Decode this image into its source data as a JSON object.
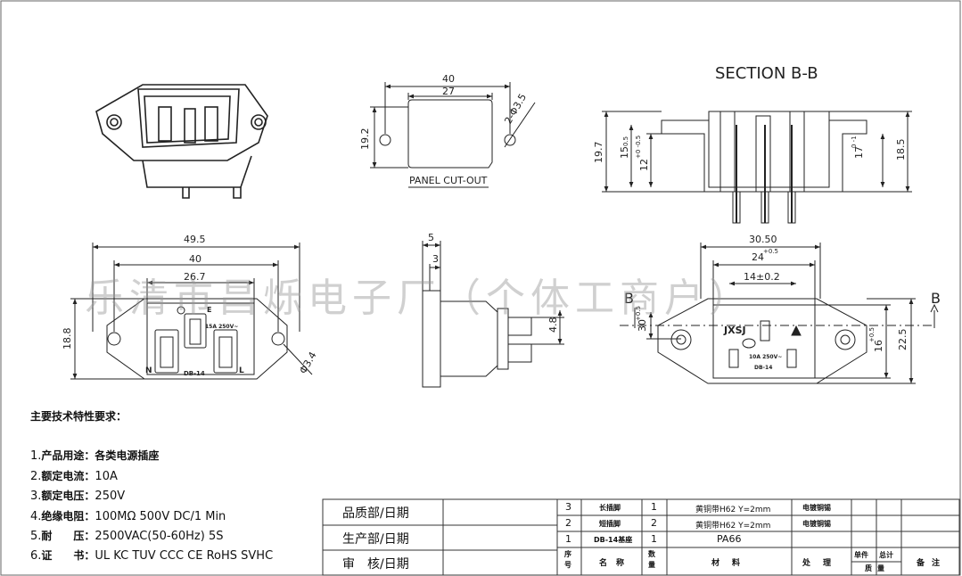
{
  "views": {
    "section_title": "SECTION B-B",
    "panel_cutout_label": "PANEL CUT-OUT"
  },
  "dims": {
    "cutout_w_outer": "40",
    "cutout_w_inner": "27",
    "cutout_h": "19.2",
    "cutout_hole": "2-Φ3.5",
    "sec_h1": "19.7",
    "sec_h2": "15",
    "sec_h2_tol": "0.5",
    "sec_h3": "12",
    "sec_h3_tol": "+0 -0.5",
    "sec_h4": "17",
    "sec_h4_tol": "0 -1",
    "sec_h5": "18.5",
    "front_w1": "49.5",
    "front_w2": "40",
    "front_w3": "26.7",
    "front_h": "18.8",
    "front_hole": "Φ3.4",
    "side_w1": "5",
    "side_w2": "3",
    "side_h": "4.8",
    "back_w1": "30.50",
    "back_w2": "24",
    "back_w2_tol": "+0.5",
    "back_w3": "14±0.2",
    "back_h1": "30",
    "back_h1_tol": "+0.5",
    "back_h2": "16",
    "back_h2_tol": "+0.5",
    "back_h3": "22.5",
    "b_mark": "B"
  },
  "product": {
    "brand": "JXSJ",
    "rating": "10A 250V~",
    "rating_front": "15A 250V~",
    "model": "DB-14",
    "pin_n": "N",
    "pin_l": "L",
    "pin_e": "E"
  },
  "watermark": "乐清市昌烁电子厂（个体工商户）",
  "specs": {
    "heading": "主要技术特性要求：",
    "items": [
      {
        "num": "1.",
        "label": "产品用途：",
        "value": "各类电源插座"
      },
      {
        "num": "2.",
        "label": "额定电流：",
        "value": "10A"
      },
      {
        "num": "3.",
        "label": "额定电压：",
        "value": "250V"
      },
      {
        "num": "4.",
        "label": "绝缘电阻：",
        "value": "100MΩ 500V DC/1 Min"
      },
      {
        "num": "5.",
        "label": "耐　　压：",
        "value": "2500VAC(50-60Hz) 5S"
      },
      {
        "num": "6.",
        "label": "证　　书：",
        "value": "UL KC TUV CCC CE RoHS SVHC"
      }
    ]
  },
  "approvals": {
    "quality": "品质部/日期",
    "production": "生产部/日期",
    "review": "审　核/日期"
  },
  "bom": {
    "headers": {
      "seq": "序号",
      "name": "名称",
      "qty": "数量",
      "material": "材料",
      "treatment": "处理",
      "unit": "单件",
      "total": "总计",
      "mass": "质量",
      "remark": "备注"
    },
    "rows": [
      {
        "seq": "3",
        "name": "长插脚",
        "qty": "1",
        "material": "黄铜带H62 Y=2mm",
        "treatment": "电镀铜锡"
      },
      {
        "seq": "2",
        "name": "短插脚",
        "qty": "2",
        "material": "黄铜带H62 Y=2mm",
        "treatment": "电镀铜锡"
      },
      {
        "seq": "1",
        "name": "DB-14基座",
        "qty": "1",
        "material": "PA66",
        "treatment": ""
      }
    ]
  }
}
